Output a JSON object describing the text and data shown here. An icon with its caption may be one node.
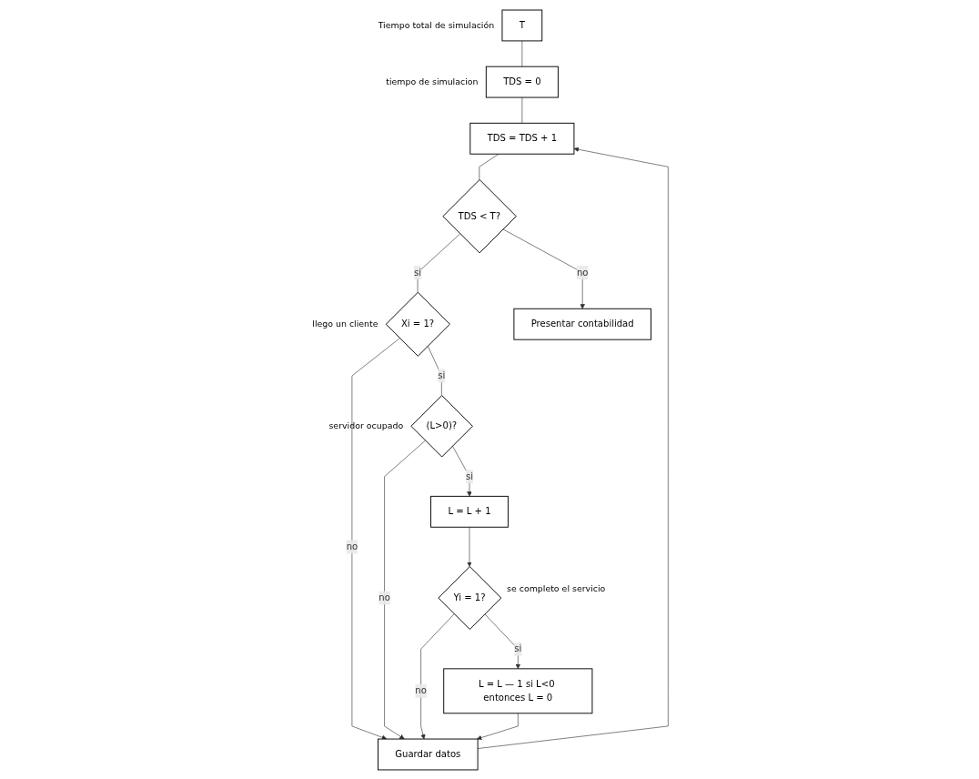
{
  "diagram": {
    "nodes": [
      {
        "text": [
          "T"
        ],
        "beside": [
          "Tiempo total de simulación"
        ]
      },
      {
        "text": [
          "TDS = 0"
        ],
        "beside": [
          "tiempo de simulacion"
        ]
      },
      {
        "text": [
          "TDS = TDS + 1"
        ]
      },
      {
        "text": [
          "TDS < T?"
        ]
      },
      {
        "text": [
          "Xi = 1?"
        ],
        "beside": [
          "llego un cliente"
        ]
      },
      {
        "text": [
          "(L>0)?"
        ],
        "beside": [
          "servidor ocupado"
        ]
      },
      {
        "text": [
          "L = L + 1"
        ]
      },
      {
        "text": [
          "Yi = 1?"
        ],
        "beside": [
          "se completo el servicio"
        ]
      },
      {
        "text": [
          "L = L — 1 si L<0 entonces L = 0"
        ]
      },
      {
        "text": [
          "Guardar datos"
        ]
      },
      {
        "text": [
          "Presentar contabilidad"
        ]
      }
    ],
    "edges": [
      {
        "from": 0,
        "to": 1,
        "arrow": "none"
      },
      {
        "from": 1,
        "to": 2,
        "arrow": "none"
      },
      {
        "from": 2,
        "to": 3,
        "arrow": "none"
      },
      {
        "from": 3,
        "to": 4,
        "label": "si",
        "arrow": "none"
      },
      {
        "from": 3,
        "to": 10,
        "label": "no",
        "arrow": "to"
      },
      {
        "from": 4,
        "to": 5,
        "label": "si",
        "arrow": "none"
      },
      {
        "from": 4,
        "to": 9,
        "label": "no",
        "arrow": "to"
      },
      {
        "from": 5,
        "to": 6,
        "label": "si",
        "arrow": "to"
      },
      {
        "from": 5,
        "to": 9,
        "label": "no",
        "arrow": "to"
      },
      {
        "from": 6,
        "to": 7,
        "arrow": "to"
      },
      {
        "from": 7,
        "to": 8,
        "label": "si",
        "arrow": "to"
      },
      {
        "from": 7,
        "to": 9,
        "label": "no",
        "arrow": "to"
      },
      {
        "from": 8,
        "to": 9,
        "arrow": "to"
      },
      {
        "from": 9,
        "to": 2,
        "arrow": "to"
      }
    ]
  }
}
